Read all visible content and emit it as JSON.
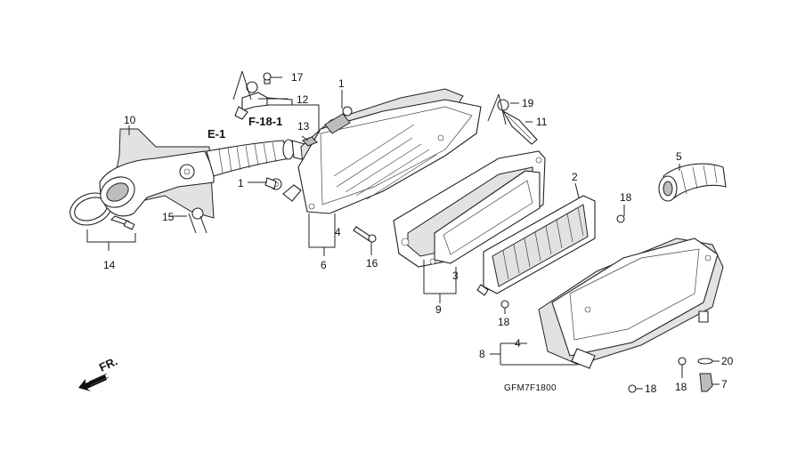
{
  "diagram": {
    "callouts": {
      "c1a": "1",
      "c1b": "1",
      "c2": "2",
      "c3": "3",
      "c4a": "4",
      "c4b": "4",
      "c5": "5",
      "c6": "6",
      "c7": "7",
      "c8": "8",
      "c9": "9",
      "c10": "10",
      "c11": "11",
      "c12": "12",
      "c13": "13",
      "c14": "14",
      "c15": "15",
      "c16": "16",
      "c17": "17",
      "c18a": "18",
      "c18b": "18",
      "c18c": "18",
      "c18d": "18",
      "c19": "19",
      "c20": "20"
    },
    "refs": {
      "e1": "E-1",
      "f181": "F-18-1"
    },
    "direction_label": "FR.",
    "figure_code": "GFM7F1800"
  }
}
